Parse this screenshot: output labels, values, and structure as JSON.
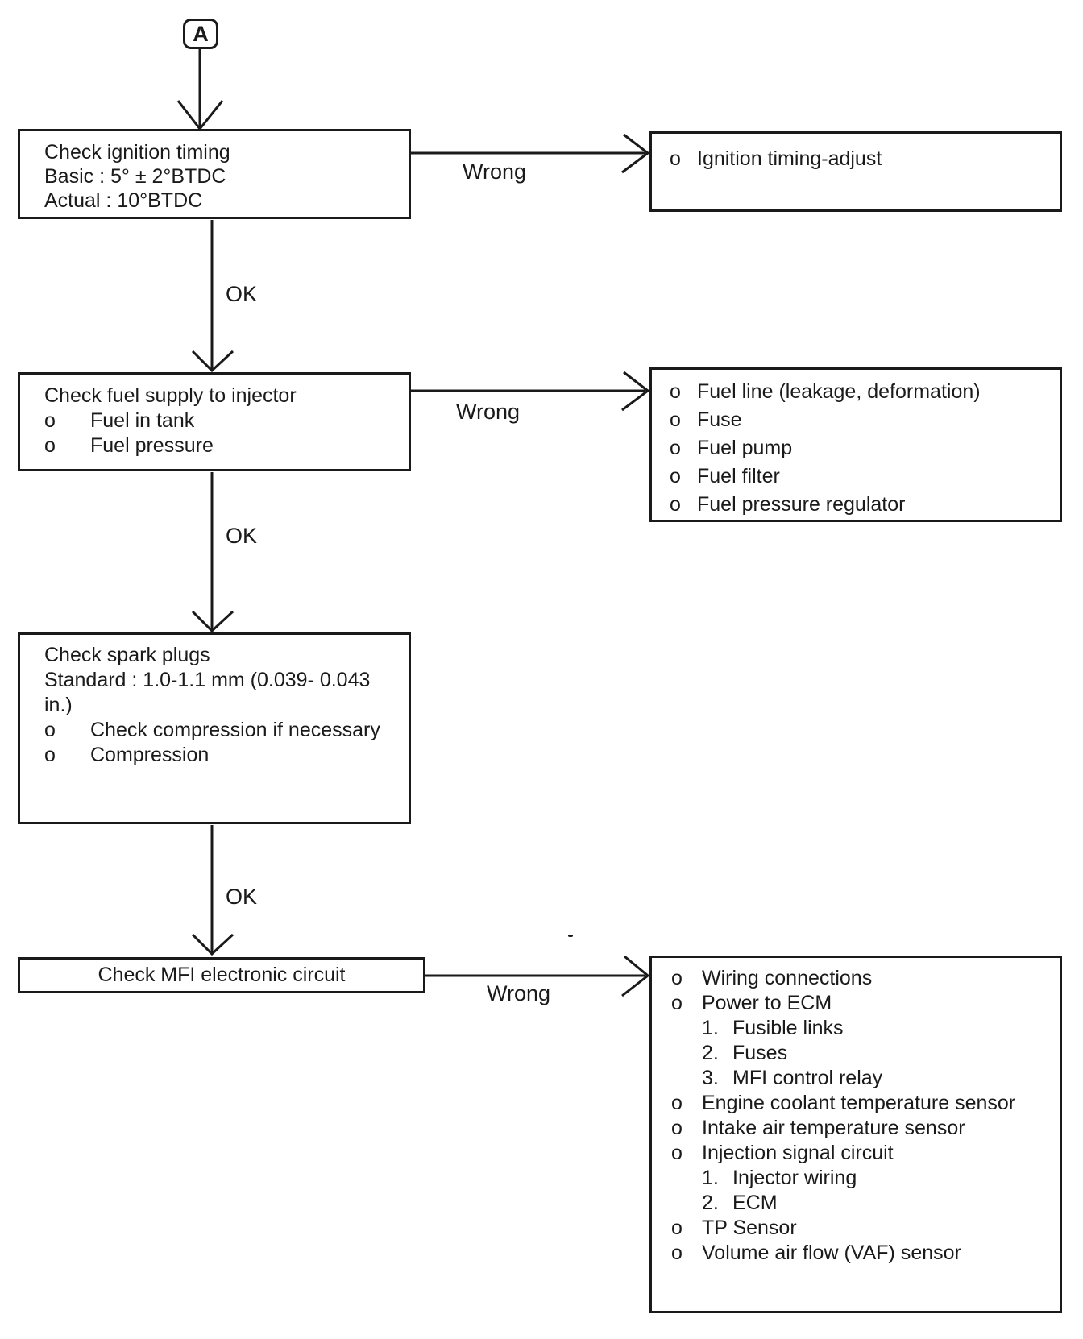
{
  "diagram": {
    "connector": {
      "label": "A"
    },
    "bullet_char": "o",
    "ink_color": "#1a1a1a",
    "paper_color": "#ffffff",
    "edge_labels": {
      "wrong1": "Wrong",
      "wrong2": "Wrong",
      "wrong3": "Wrong",
      "ok1": "OK",
      "ok2": "OK",
      "ok3": "OK"
    },
    "steps": {
      "ignition": {
        "lines": [
          "Check ignition timing",
          "Basic : 5° ± 2°BTDC",
          "Actual : 10°BTDC"
        ]
      },
      "fuel_supply": {
        "title": "Check fuel supply to injector",
        "items": [
          "Fuel in tank",
          "Fuel pressure"
        ]
      },
      "spark_plugs": {
        "title": "Check spark plugs",
        "spec_line1": "Standard : 1.0-1.1 mm (0.039- 0.043",
        "spec_line2": "in.)",
        "items": [
          "Check compression if necessary",
          "Compression"
        ]
      },
      "mfi_circuit": {
        "title": "Check MFI electronic circuit"
      }
    },
    "results": {
      "ignition_fix": {
        "items": [
          {
            "bullet": "o",
            "text": "Ignition timing-adjust"
          }
        ]
      },
      "fuel_fix": {
        "items": [
          {
            "bullet": "o",
            "text": "Fuel line (leakage, deformation)"
          },
          {
            "bullet": "o",
            "text": "Fuse"
          },
          {
            "bullet": "o",
            "text": "Fuel pump"
          },
          {
            "bullet": "o",
            "text": "Fuel filter"
          },
          {
            "bullet": "o",
            "text": "Fuel pressure regulator"
          }
        ]
      },
      "mfi_fix": {
        "items": [
          {
            "bullet": "o",
            "text": "Wiring connections",
            "indent": 0
          },
          {
            "bullet": "o",
            "text": "Power to ECM",
            "indent": 0
          },
          {
            "bullet": "1.",
            "text": "Fusible links",
            "indent": 1
          },
          {
            "bullet": "2.",
            "text": "Fuses",
            "indent": 1
          },
          {
            "bullet": "3.",
            "text": "MFI control relay",
            "indent": 1
          },
          {
            "bullet": "o",
            "text": "Engine coolant temperature sensor",
            "indent": 0
          },
          {
            "bullet": "o",
            "text": "Intake air temperature sensor",
            "indent": 0
          },
          {
            "bullet": "o",
            "text": "Injection signal circuit",
            "indent": 0
          },
          {
            "bullet": "1.",
            "text": "Injector wiring",
            "indent": 1
          },
          {
            "bullet": "2.",
            "text": "ECM",
            "indent": 1
          },
          {
            "bullet": "o",
            "text": "TP Sensor",
            "indent": 0
          },
          {
            "bullet": "o",
            "text": "Volume air flow (VAF) sensor",
            "indent": 0
          }
        ]
      }
    }
  }
}
